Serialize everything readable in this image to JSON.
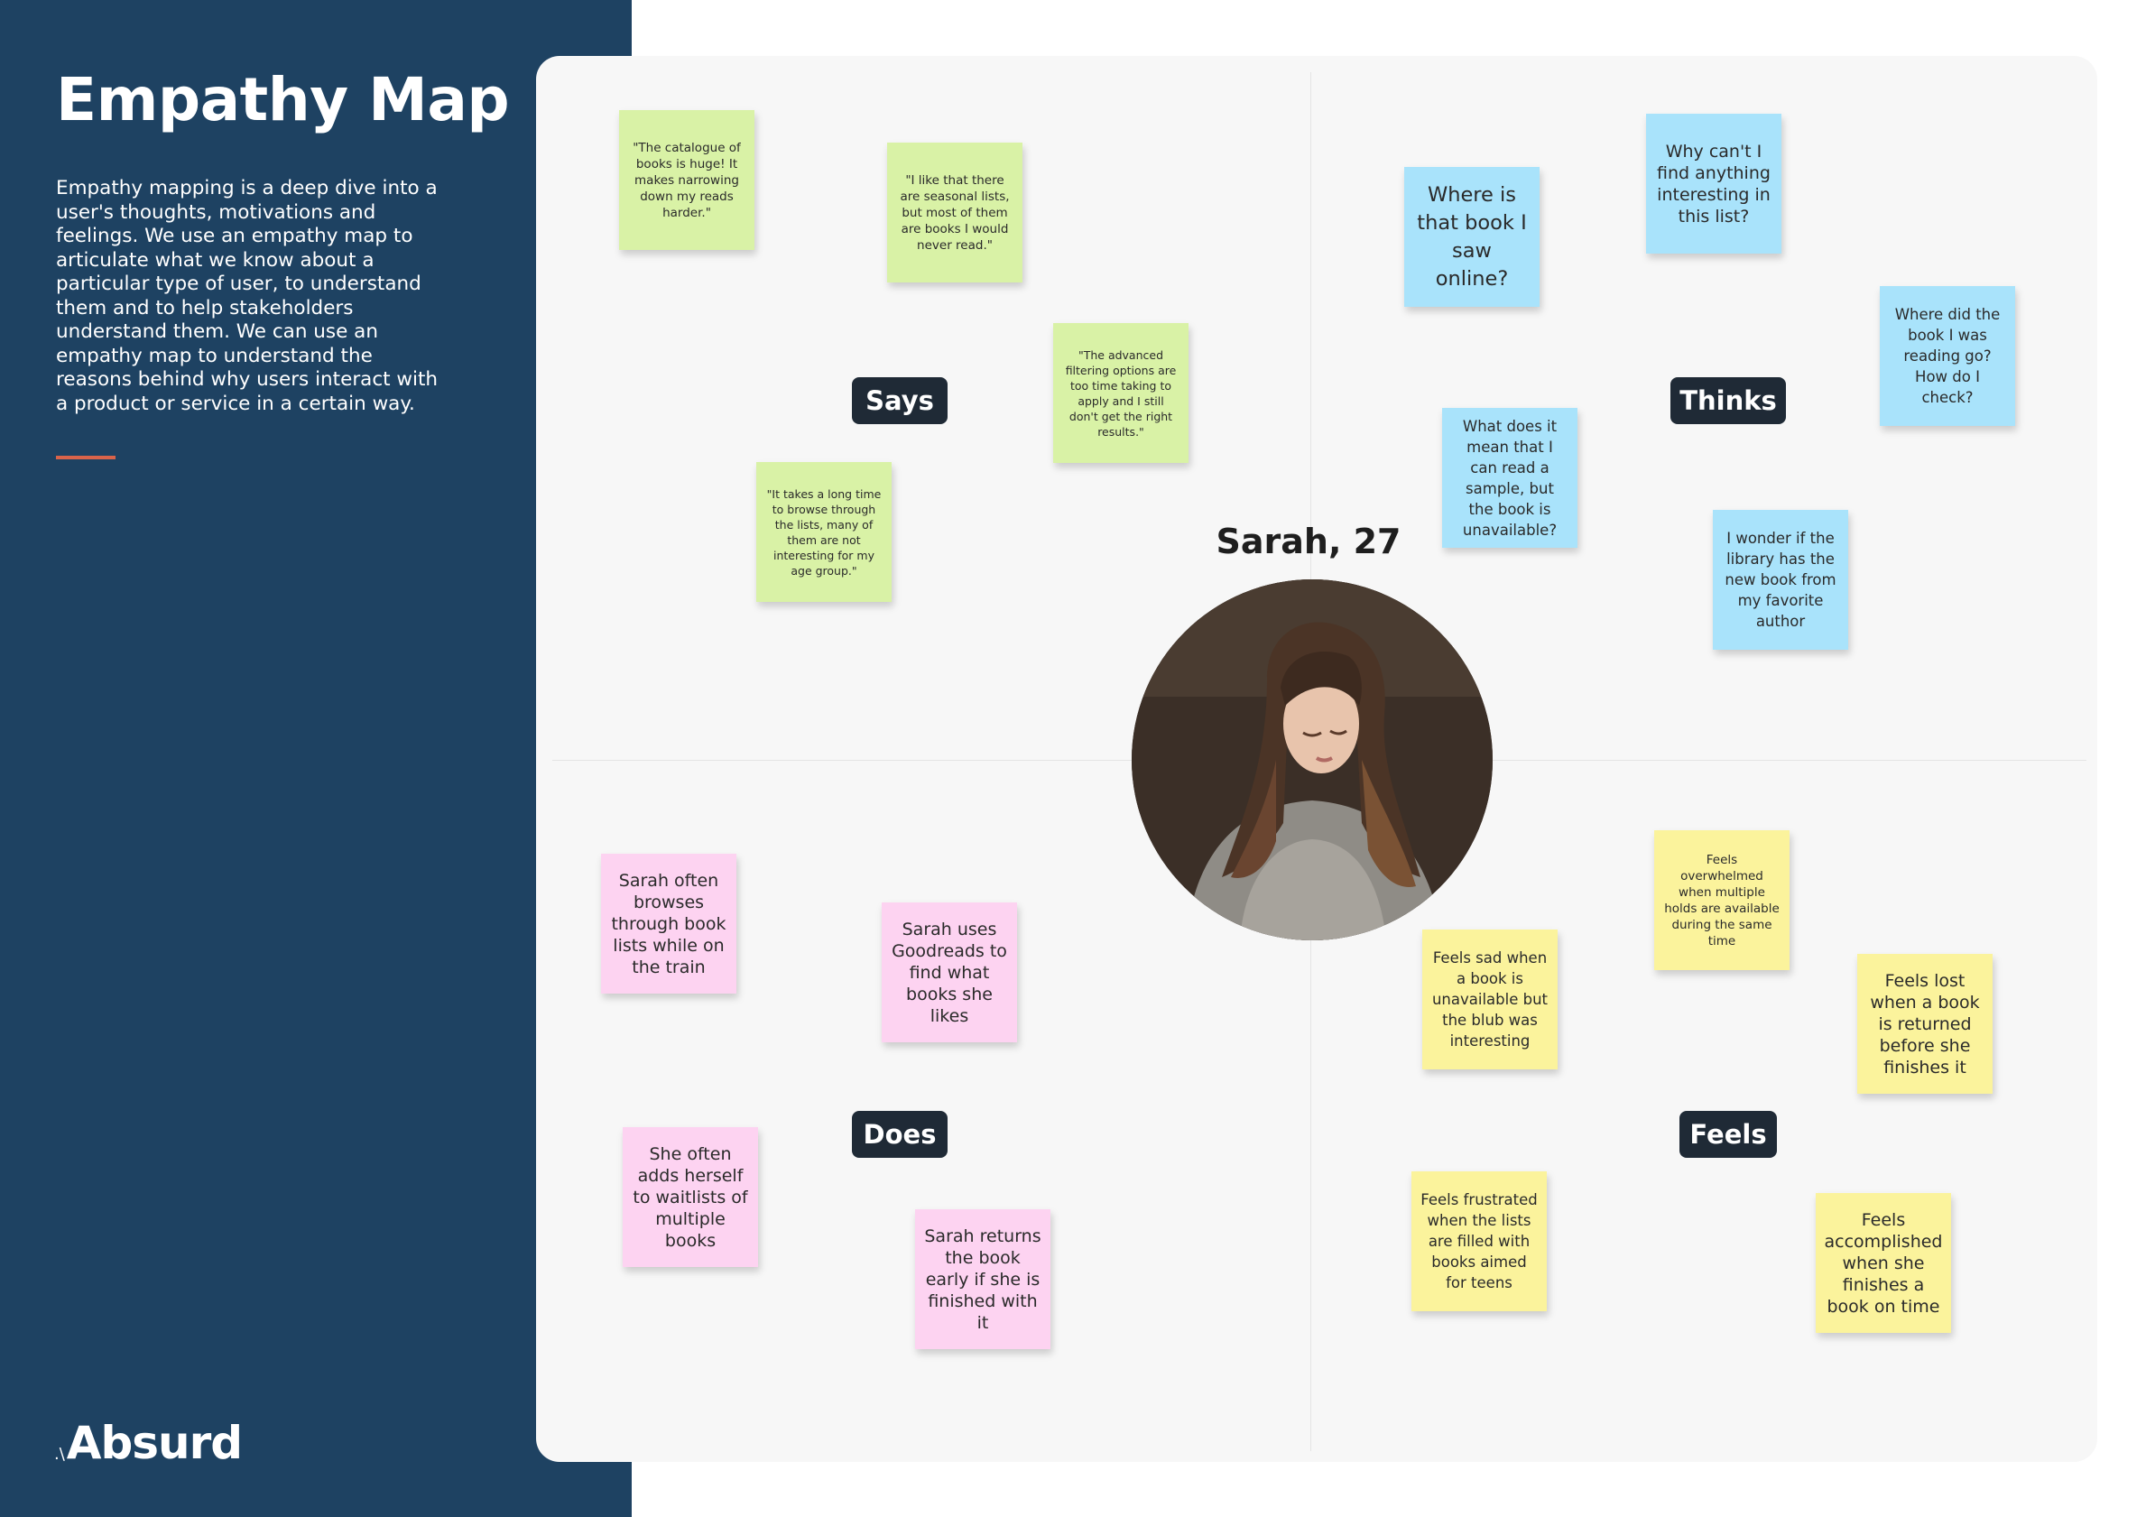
{
  "sidebar": {
    "title": "Empathy Map",
    "description": "Empathy mapping is a deep dive into a user's thoughts, motivations and feelings. We use an empathy map to articulate what we know about a particular type of user, to understand them and to help stakeholders understand them. We can use an empathy map to understand the reasons behind why users interact with a product or service in a certain way.",
    "logo_mark": ".\\",
    "logo_text": "Absurd"
  },
  "persona": {
    "name": "Sarah, 27"
  },
  "quadrants": {
    "says": "Says",
    "thinks": "Thinks",
    "does": "Does",
    "feels": "Feels"
  },
  "notes": {
    "says": [
      "\"The catalogue of books is huge! It makes narrowing down my reads harder.\"",
      "\"I like that there are seasonal lists, but most of them are books I would never read.\"",
      "\"The advanced filtering options are too time taking to apply and I still don't get the right results.\"",
      "\"It takes a long time to browse through the lists, many of them are not interesting for my age group.\""
    ],
    "thinks": [
      "Where is that book I saw online?",
      "Why can't I find anything interesting in this list?",
      "Where did the book I was reading go? How do I check?",
      "What does it mean that I can read a sample, but the book is unavailable?",
      "I wonder if the library has the new book from my favorite author"
    ],
    "does": [
      "Sarah often browses through book lists while on the train",
      "Sarah uses Goodreads to find what books she likes",
      "She often adds herself to waitlists of multiple books",
      "Sarah returns the book early if she is finished with it"
    ],
    "feels": [
      "Feels overwhelmed when multiple holds are available during the same time",
      "Feels sad when a book is unavailable but the blub was interesting",
      "Feels lost when a book is returned before she finishes it",
      "Feels frustrated when the lists are filled with books aimed for teens",
      "Feels accomplished when she finishes a book on time"
    ]
  },
  "colors": {
    "sidebar": "#1e4262",
    "accent": "#d9634a",
    "says_notes": "#d9f2a6",
    "thinks_notes": "#a9e3fb",
    "does_notes": "#fdd3f1",
    "feels_notes": "#fbf39c",
    "label_bg": "#1f2a36"
  },
  "icons": {
    "avatar": "woman-reading-photo"
  }
}
